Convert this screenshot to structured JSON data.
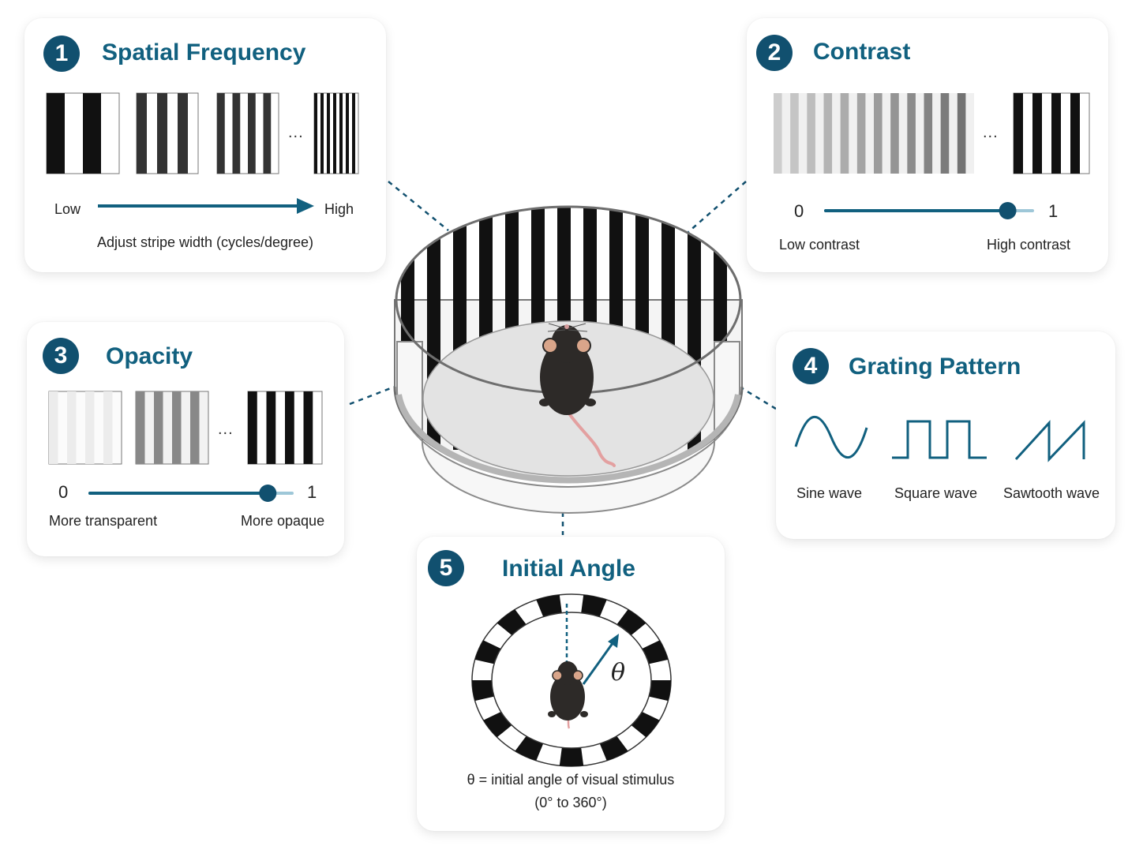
{
  "colors": {
    "accent": "#11607f",
    "badge": "#11506f",
    "slider_rest": "#9ec7d8"
  },
  "spatial_frequency": {
    "number": "1",
    "title": "Spatial Frequency",
    "ellipsis": "...",
    "low_label": "Low",
    "high_label": "High",
    "caption": "Adjust stripe width (cycles/degree)"
  },
  "contrast": {
    "number": "2",
    "title": "Contrast",
    "ellipsis": "...",
    "min_value": "0",
    "max_value": "1",
    "slider_level": 0.88,
    "low_label": "Low contrast",
    "high_label": "High contrast"
  },
  "opacity": {
    "number": "3",
    "title": "Opacity",
    "ellipsis": "...",
    "min_value": "0",
    "max_value": "1",
    "slider_level": 0.88,
    "low_label": "More transparent",
    "high_label": "More opaque"
  },
  "grating_pattern": {
    "number": "4",
    "title": "Grating Pattern",
    "patterns": [
      {
        "label": "Sine wave",
        "icon": "sine-wave-icon"
      },
      {
        "label": "Square wave",
        "icon": "square-wave-icon"
      },
      {
        "label": "Sawtooth wave",
        "icon": "sawtooth-wave-icon"
      }
    ]
  },
  "initial_angle": {
    "number": "5",
    "title": "Initial Angle",
    "symbol": "θ",
    "caption_line1": "θ = initial angle of visual stimulus",
    "caption_line2": "(0° to 360°)"
  }
}
